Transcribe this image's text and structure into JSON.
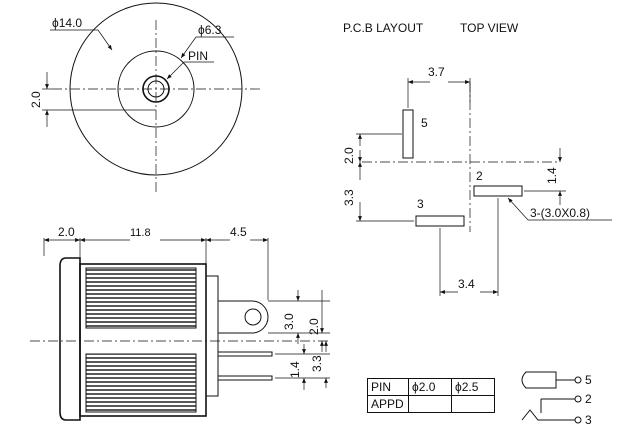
{
  "front_view": {
    "outer_diameter": "ϕ14.0",
    "inner_diameter": "ϕ6.3",
    "pin_label": "PIN",
    "pin_offset": "2.0"
  },
  "pcb_layout": {
    "title": "P.C.B LAYOUT",
    "view": "TOP VIEW",
    "dim_top": "3.7",
    "dim_left_upper": "2.0",
    "dim_left_lower": "3.3",
    "dim_right": "1.4",
    "dim_bottom": "3.4",
    "pad_spec": "3-(3.0X0.8)",
    "pad_labels": [
      "5",
      "2",
      "3"
    ]
  },
  "side_view": {
    "dim_flange": "2.0",
    "dim_body": "11.8",
    "dim_pins": "4.5",
    "dim_lug": "3.0",
    "dim_center": "2.0",
    "dim_pin_gap": "1.4",
    "dim_pin_lower": "3.3"
  },
  "pin_table": {
    "header": [
      "PIN",
      "ϕ2.0",
      "ϕ2.5"
    ],
    "row_label": "APPD",
    "row_values": [
      "",
      ""
    ]
  },
  "schematic": {
    "terminals": [
      "5",
      "2",
      "3"
    ]
  }
}
